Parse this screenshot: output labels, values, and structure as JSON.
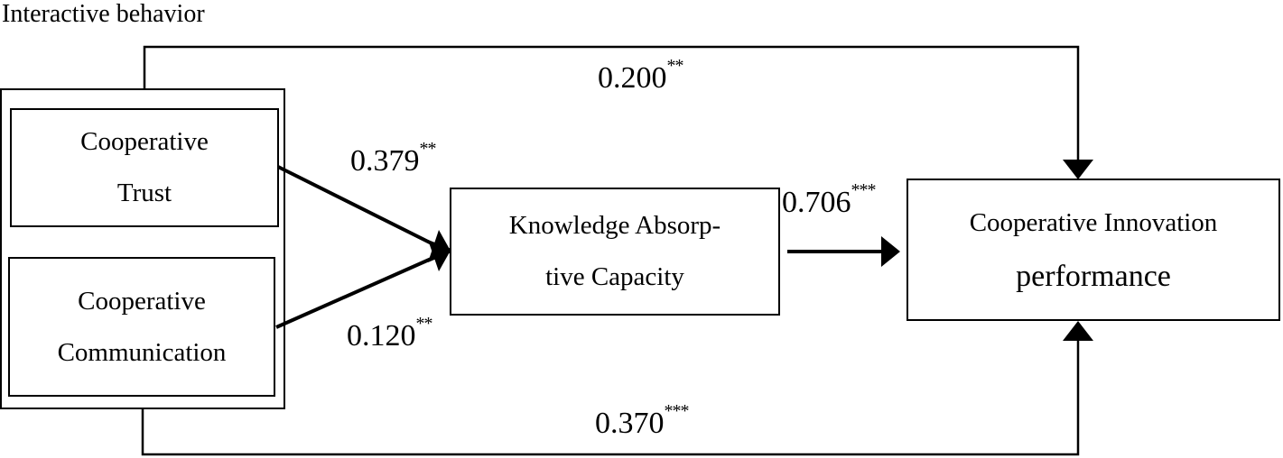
{
  "group_label": "Interactive behavior",
  "nodes": {
    "trust": {
      "line1": "Cooperative",
      "line2": "Trust"
    },
    "communication": {
      "line1": "Cooperative",
      "line2": "Communication"
    },
    "absorptive": {
      "line1": "Knowledge Absorp-",
      "line2": "tive Capacity"
    },
    "innovation": {
      "line1": "Cooperative Innovation",
      "line2": "performance"
    }
  },
  "paths": {
    "trust_to_innovation": {
      "value": "0.200",
      "sig": "**"
    },
    "trust_to_absorptive": {
      "value": "0.379",
      "sig": "**"
    },
    "communication_to_absorptive": {
      "value": "0.120",
      "sig": "**"
    },
    "absorptive_to_innovation": {
      "value": "0.706",
      "sig": "***"
    },
    "communication_to_innovation": {
      "value": "0.370",
      "sig": "***"
    }
  }
}
